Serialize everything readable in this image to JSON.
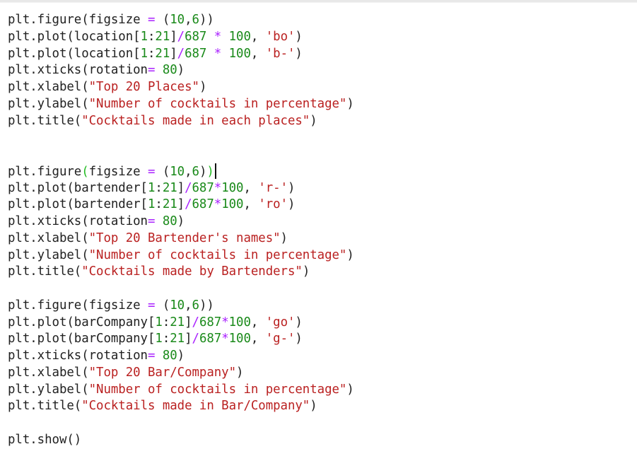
{
  "editor": {
    "lines": [
      {
        "tokens": [
          {
            "t": "plt.figure(figsize ",
            "c": ""
          },
          {
            "t": "=",
            "c": "op"
          },
          {
            "t": " (",
            "c": ""
          },
          {
            "t": "10",
            "c": "num"
          },
          {
            "t": ",",
            "c": ""
          },
          {
            "t": "6",
            "c": "num"
          },
          {
            "t": "))",
            "c": ""
          }
        ]
      },
      {
        "tokens": [
          {
            "t": "plt.plot(location[",
            "c": ""
          },
          {
            "t": "1",
            "c": "num"
          },
          {
            "t": ":",
            "c": ""
          },
          {
            "t": "21",
            "c": "num"
          },
          {
            "t": "]",
            "c": ""
          },
          {
            "t": "/",
            "c": "op"
          },
          {
            "t": "687",
            "c": "num"
          },
          {
            "t": " ",
            "c": ""
          },
          {
            "t": "*",
            "c": "op"
          },
          {
            "t": " ",
            "c": ""
          },
          {
            "t": "100",
            "c": "num"
          },
          {
            "t": ", ",
            "c": ""
          },
          {
            "t": "'bo'",
            "c": "str"
          },
          {
            "t": ")",
            "c": ""
          }
        ]
      },
      {
        "tokens": [
          {
            "t": "plt.plot(location[",
            "c": ""
          },
          {
            "t": "1",
            "c": "num"
          },
          {
            "t": ":",
            "c": ""
          },
          {
            "t": "21",
            "c": "num"
          },
          {
            "t": "]",
            "c": ""
          },
          {
            "t": "/",
            "c": "op"
          },
          {
            "t": "687",
            "c": "num"
          },
          {
            "t": " ",
            "c": ""
          },
          {
            "t": "*",
            "c": "op"
          },
          {
            "t": " ",
            "c": ""
          },
          {
            "t": "100",
            "c": "num"
          },
          {
            "t": ", ",
            "c": ""
          },
          {
            "t": "'b-'",
            "c": "str"
          },
          {
            "t": ")",
            "c": ""
          }
        ]
      },
      {
        "tokens": [
          {
            "t": "plt.xticks(rotation",
            "c": ""
          },
          {
            "t": "=",
            "c": "op"
          },
          {
            "t": " ",
            "c": ""
          },
          {
            "t": "80",
            "c": "num"
          },
          {
            "t": ")",
            "c": ""
          }
        ]
      },
      {
        "tokens": [
          {
            "t": "plt.xlabel(",
            "c": ""
          },
          {
            "t": "\"Top 20 Places\"",
            "c": "str"
          },
          {
            "t": ")",
            "c": ""
          }
        ]
      },
      {
        "tokens": [
          {
            "t": "plt.ylabel(",
            "c": ""
          },
          {
            "t": "\"Number of cocktails in percentage\"",
            "c": "str"
          },
          {
            "t": ")",
            "c": ""
          }
        ]
      },
      {
        "tokens": [
          {
            "t": "plt.title(",
            "c": ""
          },
          {
            "t": "\"Cocktails made in each places\"",
            "c": "str"
          },
          {
            "t": ")",
            "c": ""
          }
        ]
      },
      {
        "tokens": []
      },
      {
        "tokens": []
      },
      {
        "tokens": [
          {
            "t": "plt.figure",
            "c": ""
          },
          {
            "t": "(",
            "c": "match"
          },
          {
            "t": "figsize ",
            "c": ""
          },
          {
            "t": "=",
            "c": "op"
          },
          {
            "t": " (",
            "c": ""
          },
          {
            "t": "10",
            "c": "num"
          },
          {
            "t": ",",
            "c": ""
          },
          {
            "t": "6",
            "c": "num"
          },
          {
            "t": ")",
            "c": ""
          },
          {
            "t": ")",
            "c": "match"
          }
        ],
        "cursor": true
      },
      {
        "tokens": [
          {
            "t": "plt.plot(bartender[",
            "c": ""
          },
          {
            "t": "1",
            "c": "num"
          },
          {
            "t": ":",
            "c": ""
          },
          {
            "t": "21",
            "c": "num"
          },
          {
            "t": "]",
            "c": ""
          },
          {
            "t": "/",
            "c": "op"
          },
          {
            "t": "687",
            "c": "num"
          },
          {
            "t": "*",
            "c": "op"
          },
          {
            "t": "100",
            "c": "num"
          },
          {
            "t": ", ",
            "c": ""
          },
          {
            "t": "'r-'",
            "c": "str"
          },
          {
            "t": ")",
            "c": ""
          }
        ]
      },
      {
        "tokens": [
          {
            "t": "plt.plot(bartender[",
            "c": ""
          },
          {
            "t": "1",
            "c": "num"
          },
          {
            "t": ":",
            "c": ""
          },
          {
            "t": "21",
            "c": "num"
          },
          {
            "t": "]",
            "c": ""
          },
          {
            "t": "/",
            "c": "op"
          },
          {
            "t": "687",
            "c": "num"
          },
          {
            "t": "*",
            "c": "op"
          },
          {
            "t": "100",
            "c": "num"
          },
          {
            "t": ", ",
            "c": ""
          },
          {
            "t": "'ro'",
            "c": "str"
          },
          {
            "t": ")",
            "c": ""
          }
        ]
      },
      {
        "tokens": [
          {
            "t": "plt.xticks(rotation",
            "c": ""
          },
          {
            "t": "=",
            "c": "op"
          },
          {
            "t": " ",
            "c": ""
          },
          {
            "t": "80",
            "c": "num"
          },
          {
            "t": ")",
            "c": ""
          }
        ]
      },
      {
        "tokens": [
          {
            "t": "plt.xlabel(",
            "c": ""
          },
          {
            "t": "\"Top 20 Bartender's names\"",
            "c": "str"
          },
          {
            "t": ")",
            "c": ""
          }
        ]
      },
      {
        "tokens": [
          {
            "t": "plt.ylabel(",
            "c": ""
          },
          {
            "t": "\"Number of cocktails in percentage\"",
            "c": "str"
          },
          {
            "t": ")",
            "c": ""
          }
        ]
      },
      {
        "tokens": [
          {
            "t": "plt.title(",
            "c": ""
          },
          {
            "t": "\"Cocktails made by Bartenders\"",
            "c": "str"
          },
          {
            "t": ")",
            "c": ""
          }
        ]
      },
      {
        "tokens": []
      },
      {
        "tokens": [
          {
            "t": "plt.figure(figsize ",
            "c": ""
          },
          {
            "t": "=",
            "c": "op"
          },
          {
            "t": " (",
            "c": ""
          },
          {
            "t": "10",
            "c": "num"
          },
          {
            "t": ",",
            "c": ""
          },
          {
            "t": "6",
            "c": "num"
          },
          {
            "t": "))",
            "c": ""
          }
        ]
      },
      {
        "tokens": [
          {
            "t": "plt.plot(barCompany[",
            "c": ""
          },
          {
            "t": "1",
            "c": "num"
          },
          {
            "t": ":",
            "c": ""
          },
          {
            "t": "21",
            "c": "num"
          },
          {
            "t": "]",
            "c": ""
          },
          {
            "t": "/",
            "c": "op"
          },
          {
            "t": "687",
            "c": "num"
          },
          {
            "t": "*",
            "c": "op"
          },
          {
            "t": "100",
            "c": "num"
          },
          {
            "t": ", ",
            "c": ""
          },
          {
            "t": "'go'",
            "c": "str"
          },
          {
            "t": ")",
            "c": ""
          }
        ]
      },
      {
        "tokens": [
          {
            "t": "plt.plot(barCompany[",
            "c": ""
          },
          {
            "t": "1",
            "c": "num"
          },
          {
            "t": ":",
            "c": ""
          },
          {
            "t": "21",
            "c": "num"
          },
          {
            "t": "]",
            "c": ""
          },
          {
            "t": "/",
            "c": "op"
          },
          {
            "t": "687",
            "c": "num"
          },
          {
            "t": "*",
            "c": "op"
          },
          {
            "t": "100",
            "c": "num"
          },
          {
            "t": ", ",
            "c": ""
          },
          {
            "t": "'g-'",
            "c": "str"
          },
          {
            "t": ")",
            "c": ""
          }
        ]
      },
      {
        "tokens": [
          {
            "t": "plt.xticks(rotation",
            "c": ""
          },
          {
            "t": "=",
            "c": "op"
          },
          {
            "t": " ",
            "c": ""
          },
          {
            "t": "80",
            "c": "num"
          },
          {
            "t": ")",
            "c": ""
          }
        ]
      },
      {
        "tokens": [
          {
            "t": "plt.xlabel(",
            "c": ""
          },
          {
            "t": "\"Top 20 Bar/Company\"",
            "c": "str"
          },
          {
            "t": ")",
            "c": ""
          }
        ]
      },
      {
        "tokens": [
          {
            "t": "plt.ylabel(",
            "c": ""
          },
          {
            "t": "\"Number of cocktails in percentage\"",
            "c": "str"
          },
          {
            "t": ")",
            "c": ""
          }
        ]
      },
      {
        "tokens": [
          {
            "t": "plt.title(",
            "c": ""
          },
          {
            "t": "\"Cocktails made in Bar/Company\"",
            "c": "str"
          },
          {
            "t": ")",
            "c": ""
          }
        ]
      },
      {
        "tokens": []
      },
      {
        "tokens": [
          {
            "t": "plt.show()",
            "c": ""
          }
        ]
      }
    ]
  },
  "colors": {
    "text": "#212121",
    "number": "#1a8a1a",
    "operator": "#aa22ff",
    "string": "#ba2121",
    "bracket_match": "#22bb22"
  }
}
